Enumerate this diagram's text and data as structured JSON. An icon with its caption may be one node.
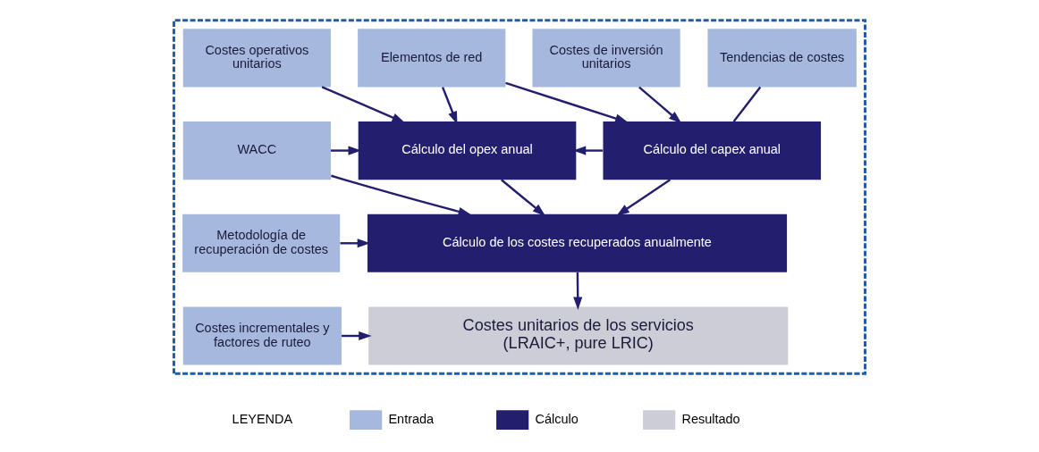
{
  "diagram": {
    "nodes": [
      {
        "text": [],
        "shape": "box"
      },
      {
        "text": [
          "Costes operativos unitarios"
        ],
        "in": 0
      },
      {
        "text": [
          "Elementos de red"
        ],
        "in": 0
      },
      {
        "text": [
          "Costes de inversión unitarios"
        ],
        "in": 0
      },
      {
        "text": [
          "Tendencias de costes"
        ],
        "in": 0
      },
      {
        "text": [
          "WACC"
        ],
        "in": 0
      },
      {
        "text": [
          "Cálculo del opex anual"
        ],
        "in": 0
      },
      {
        "text": [
          "Cálculo del capex anual"
        ],
        "in": 0
      },
      {
        "text": [
          "Metodología de recuperación de costes"
        ],
        "in": 0
      },
      {
        "text": [
          "Cálculo de los costes recuperados anualmente"
        ],
        "in": 0
      },
      {
        "text": [
          "Costes incrementales y factores de ruteo"
        ],
        "in": 0
      },
      {
        "text": [
          "Costes unitarios de los servicios",
          "(LRAIC+, pure LRIC)"
        ],
        "in": 0
      }
    ],
    "edges": [
      {
        "from": 1,
        "to": 6,
        "arrow": "to"
      },
      {
        "from": 2,
        "to": 6,
        "arrow": "to"
      },
      {
        "from": 2,
        "to": 7,
        "arrow": "to"
      },
      {
        "from": 3,
        "to": 7,
        "arrow": "to"
      },
      {
        "from": 4,
        "to": 7,
        "arrow": "none"
      },
      {
        "from": 7,
        "to": 6,
        "arrow": "to"
      },
      {
        "from": 5,
        "to": 6,
        "arrow": "to"
      },
      {
        "from": 5,
        "to": 9,
        "arrow": "to"
      },
      {
        "from": 8,
        "to": 9,
        "arrow": "to"
      },
      {
        "from": 6,
        "to": 9,
        "arrow": "to"
      },
      {
        "from": 7,
        "to": 9,
        "arrow": "to"
      },
      {
        "from": 9,
        "to": 11,
        "arrow": "to"
      },
      {
        "from": 10,
        "to": 11,
        "arrow": "to"
      }
    ],
    "labels": [
      "LEYENDA"
    ],
    "legend": [
      {
        "text": "Entrada",
        "color": "#a6b8dd"
      },
      {
        "text": "Cálculo",
        "color": "#231f6e"
      },
      {
        "text": "Resultado",
        "color": "#cccdd6"
      }
    ]
  }
}
